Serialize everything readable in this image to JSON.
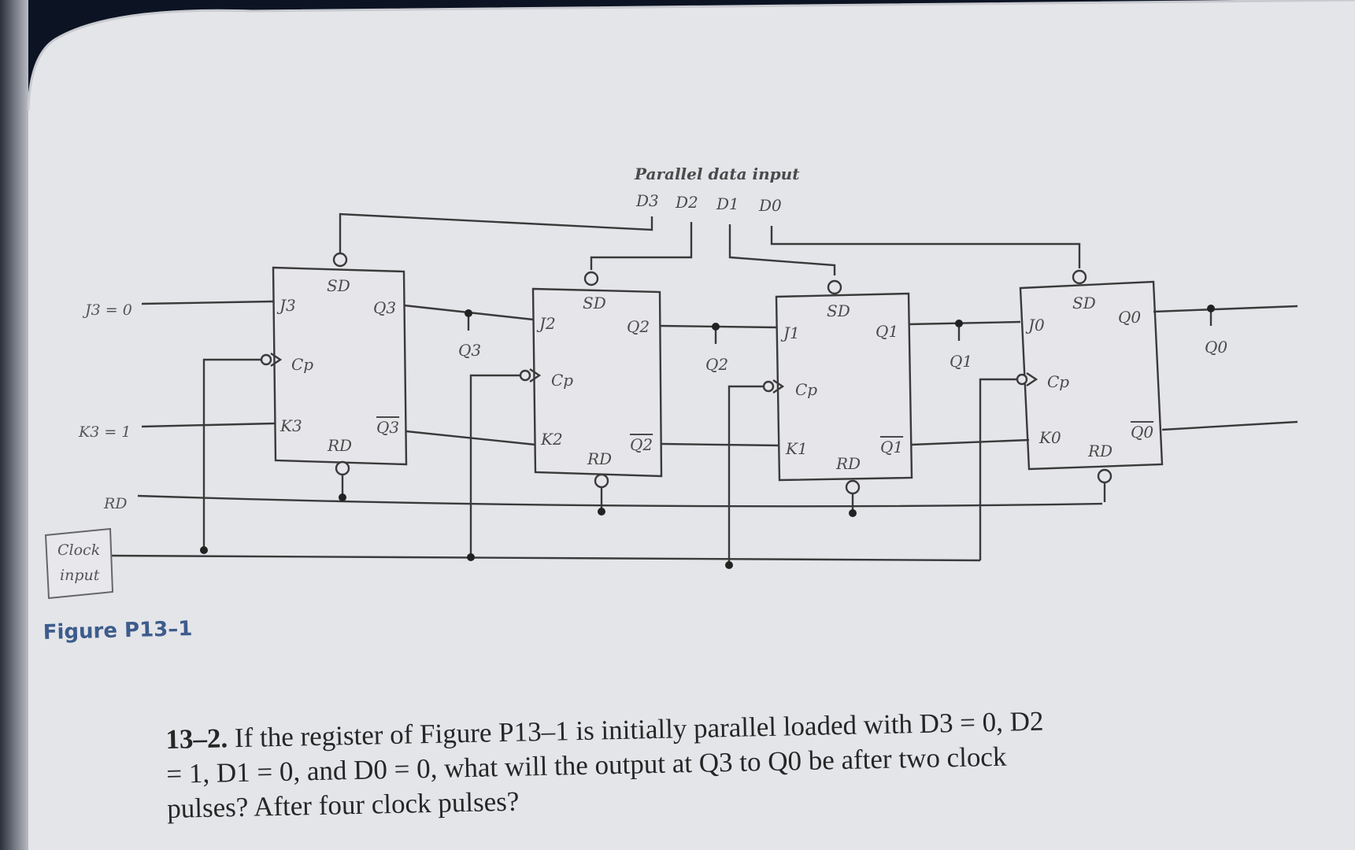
{
  "figure": {
    "header": "Parallel data input",
    "data_inputs": [
      "D3",
      "D2",
      "D1",
      "D0"
    ],
    "left_inputs": {
      "j3": "J3 = 0",
      "k3": "K3 = 1",
      "reset": "RD",
      "clock": [
        "Clock",
        "input"
      ]
    },
    "flipflops": [
      {
        "j": "J3",
        "k": "K3",
        "cp": "Cp",
        "sd": "SD",
        "rd": "RD",
        "q": "Q3",
        "qbar": "Q3"
      },
      {
        "j": "J2",
        "k": "K2",
        "cp": "Cp",
        "sd": "SD",
        "rd": "RD",
        "q": "Q2",
        "qbar": "Q2"
      },
      {
        "j": "J1",
        "k": "K1",
        "cp": "Cp",
        "sd": "SD",
        "rd": "RD",
        "q": "Q1",
        "qbar": "Q1"
      },
      {
        "j": "J0",
        "k": "K0",
        "cp": "Cp",
        "sd": "SD",
        "rd": "RD",
        "q": "Q0",
        "qbar": "Q0"
      }
    ],
    "outputs": [
      "Q3",
      "Q2",
      "Q1",
      "Q0"
    ],
    "caption": "Figure P13–1"
  },
  "problem": {
    "number": "13–2.",
    "text": "If the register of Figure P13–1 is initially parallel loaded with D3 = 0, D2 = 1, D1 = 0, and D0 = 0, what will the output at Q3 to Q0 be after two clock pulses? After four clock pulses?"
  }
}
